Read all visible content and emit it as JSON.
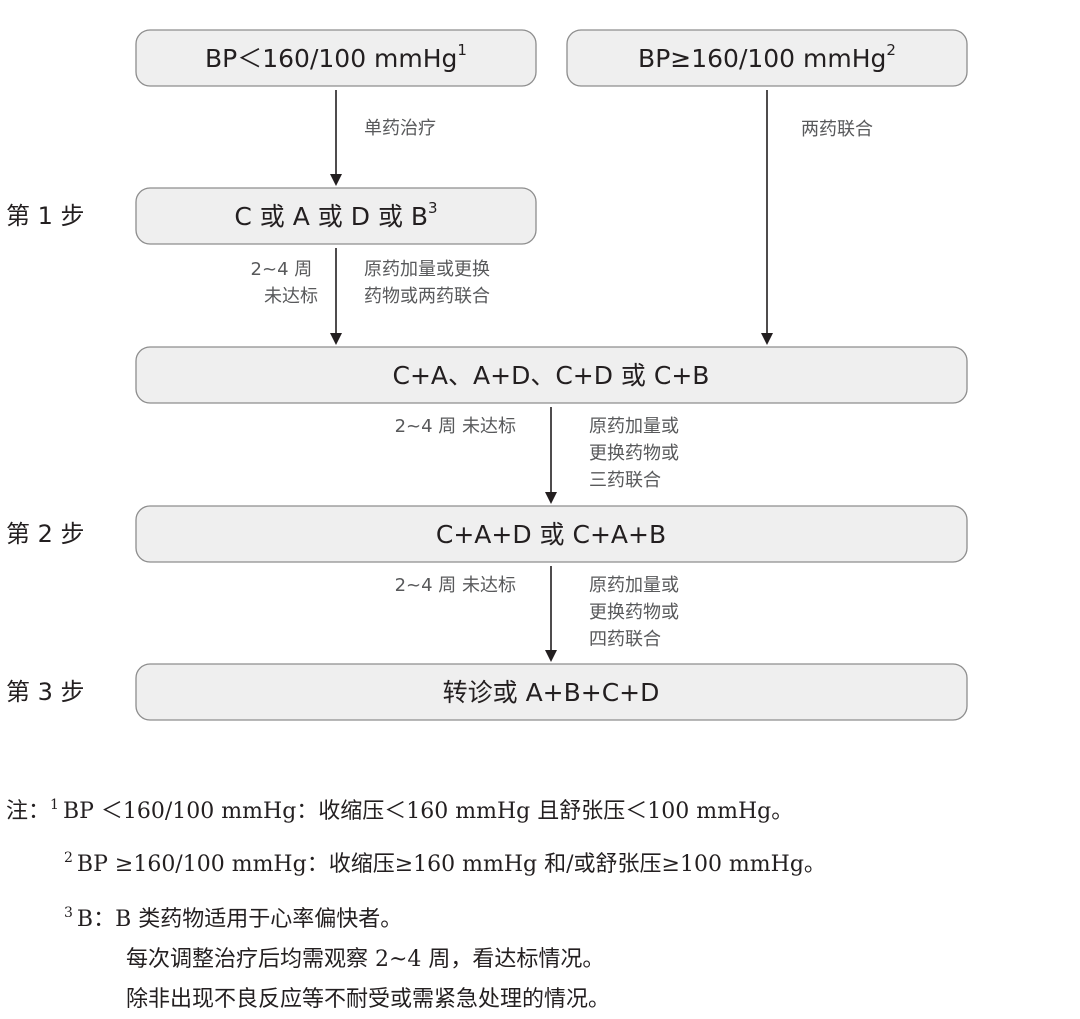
{
  "nodes": {
    "start_low": {
      "text": "BP＜160/100 mmHg",
      "sup": "1"
    },
    "start_high": {
      "text": "BP≥160/100 mmHg",
      "sup": "2"
    },
    "step1_box": {
      "text": "C 或 A 或 D 或 B",
      "sup": "3"
    },
    "dual_box": {
      "text": "C+A、A+D、C+D 或 C+B"
    },
    "step2_box": {
      "text": "C+A+D 或 C+A+B"
    },
    "step3_box": {
      "text": "转诊或 A+B+C+D"
    }
  },
  "steps": {
    "step1": "第 1 步",
    "step2": "第 2 步",
    "step3": "第 3 步"
  },
  "edges": {
    "mono_therapy": "单药治疗",
    "dual_combo": "两药联合",
    "step1_left": [
      "2~4 周",
      "未达标"
    ],
    "step1_right": [
      "原药加量或更换",
      "药物或两药联合"
    ],
    "dual_left": "2~4 周 未达标",
    "dual_right": [
      "原药加量或",
      "更换药物或",
      "三药联合"
    ],
    "step2_left": "2~4 周 未达标",
    "step2_right": [
      "原药加量或",
      "更换药物或",
      "四药联合"
    ]
  },
  "notes": {
    "prefix": "注：",
    "lines": [
      {
        "sup": "1",
        "text": "BP ＜160/100 mmHg：收缩压＜160 mmHg 且舒张压＜100 mmHg。"
      },
      {
        "sup": "2",
        "text": "BP ≥160/100 mmHg：收缩压≥160 mmHg 和/或舒张压≥100 mmHg。"
      },
      {
        "sup": "3",
        "text": "B：B 类药物适用于心率偏快者。"
      },
      {
        "sup": "",
        "text": "每次调整治疗后均需观察 2~4 周，看达标情况。"
      },
      {
        "sup": "",
        "text": "除非出现不良反应等不耐受或需紧急处理的情况。"
      }
    ]
  }
}
